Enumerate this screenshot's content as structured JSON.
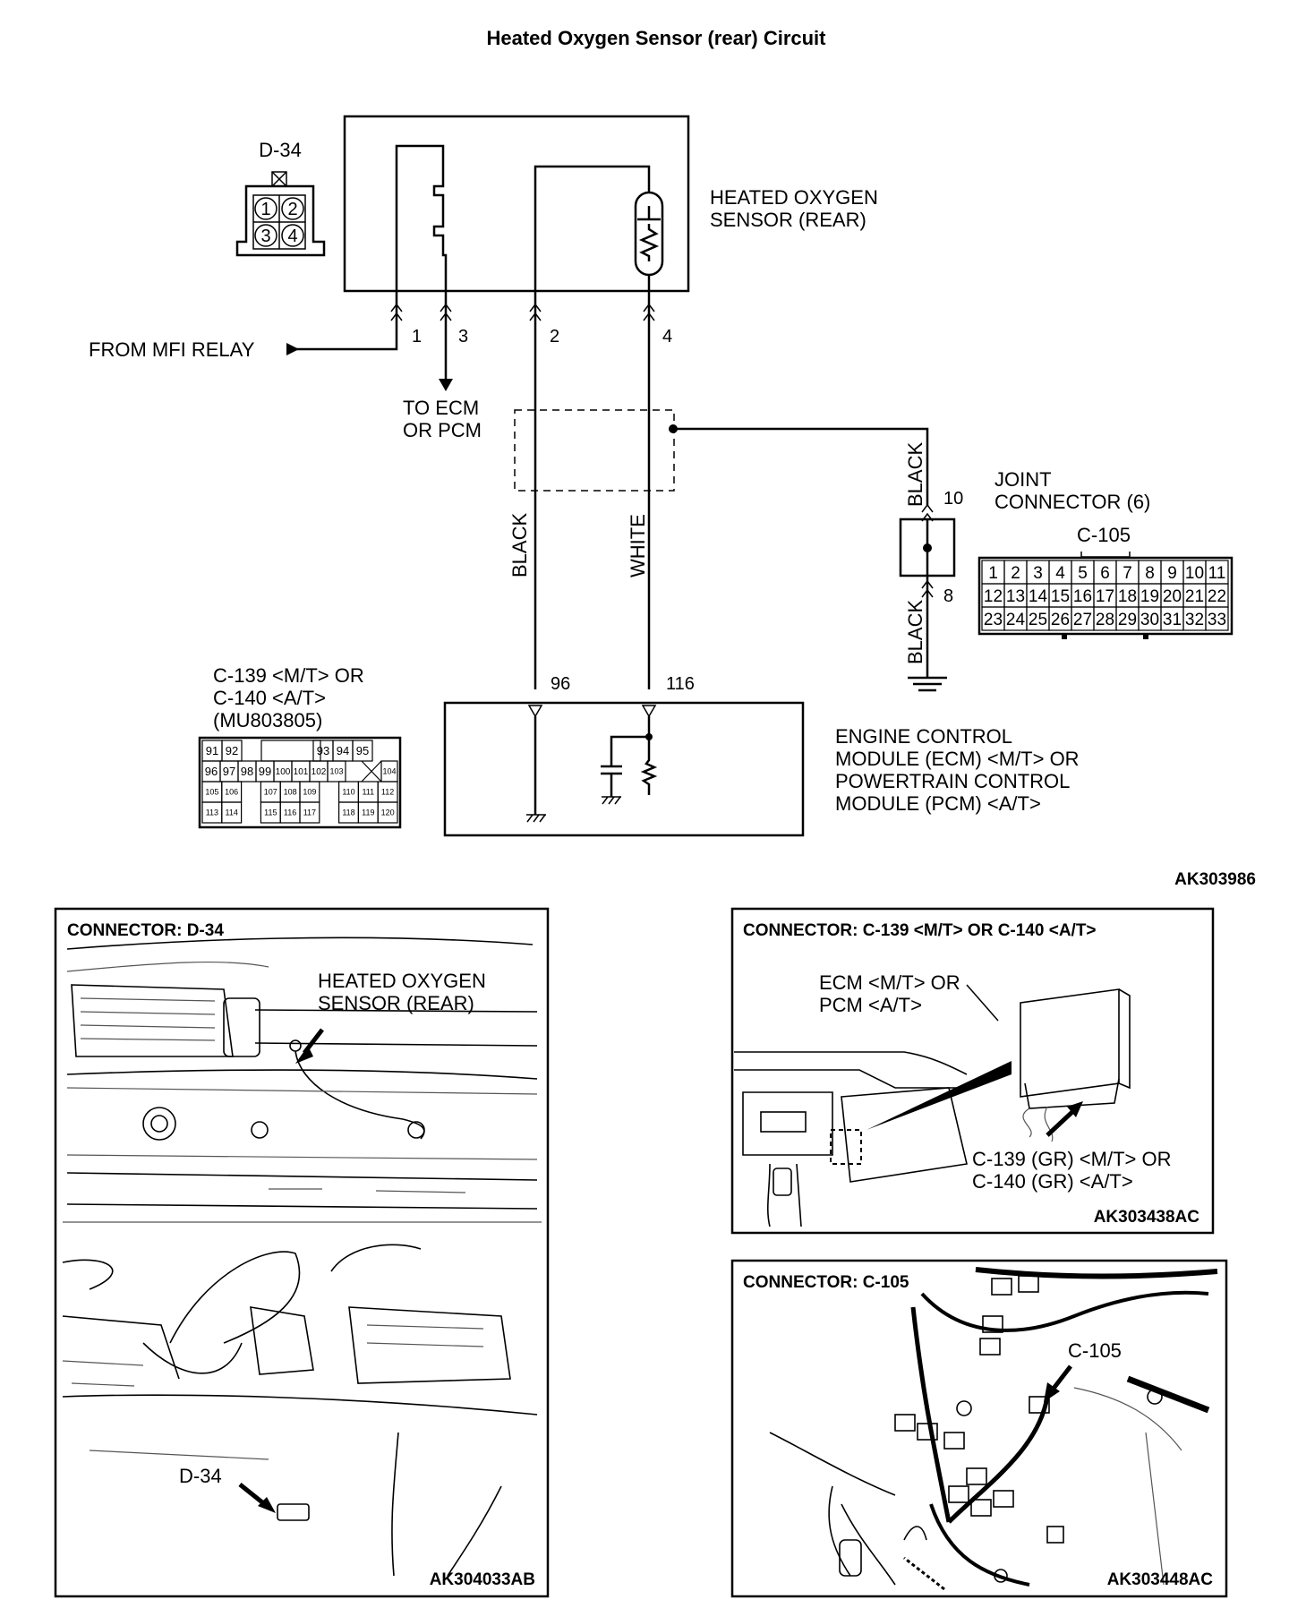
{
  "title": "Heated Oxygen Sensor (rear) Circuit",
  "sensor": {
    "connector": "D-34",
    "label_lines": [
      "HEATED OXYGEN",
      "SENSOR (REAR)"
    ],
    "pin_numbers": [
      "1",
      "2",
      "3",
      "4"
    ]
  },
  "wires": {
    "from_relay": "FROM MFI RELAY",
    "to_ecm": [
      "TO ECM",
      "OR PCM"
    ],
    "pins": [
      "1",
      "3",
      "2",
      "4"
    ],
    "wire2_color": "BLACK",
    "wire4_color": "WHITE",
    "ground_top_color": "BLACK",
    "ground_bottom_color": "BLACK",
    "ecm_pin_black": "96",
    "ecm_pin_white": "116",
    "joint_pin_top": "10",
    "joint_pin_bottom": "8"
  },
  "joint_connector": {
    "label_lines": [
      "JOINT",
      "CONNECTOR (6)"
    ],
    "name": "C-105",
    "rows": [
      [
        "1",
        "2",
        "3",
        "4",
        "5",
        "6",
        "7",
        "8",
        "9",
        "10",
        "11"
      ],
      [
        "12",
        "13",
        "14",
        "15",
        "16",
        "17",
        "18",
        "19",
        "20",
        "21",
        "22"
      ],
      [
        "23",
        "24",
        "25",
        "26",
        "27",
        "28",
        "29",
        "30",
        "31",
        "32",
        "33"
      ]
    ]
  },
  "ecm_connector": {
    "label_lines": [
      "C-139 <M/T> OR",
      "C-140 <A/T>",
      "(MU803805)"
    ],
    "cells": {
      "r1_left": [
        "91",
        "92"
      ],
      "r1_right": [
        "93",
        "94",
        "95"
      ],
      "r2": [
        "96",
        "97",
        "98",
        "99",
        "100",
        "101",
        "102",
        "103",
        "104"
      ],
      "r3": [
        "105",
        "106",
        "107",
        "108",
        "109",
        "110",
        "111",
        "112"
      ],
      "r4": [
        "113",
        "114",
        "115",
        "116",
        "117",
        "118",
        "119",
        "120"
      ]
    }
  },
  "ecm": {
    "label_lines": [
      "ENGINE CONTROL",
      "MODULE (ECM) <M/T> OR",
      "POWERTRAIN CONTROL",
      "MODULE (PCM) <A/T>"
    ]
  },
  "diagram_code": "AK303986",
  "panels": {
    "d34": {
      "title": "CONNECTOR: D-34",
      "sensor_label": [
        "HEATED OXYGEN",
        "SENSOR (REAR)"
      ],
      "callout": "D-34",
      "code": "AK304033AB"
    },
    "c139": {
      "title": "CONNECTOR: C-139 <M/T> OR C-140 <A/T>",
      "module_label": [
        "ECM <M/T> OR",
        "PCM <A/T>"
      ],
      "callout": [
        "C-139 (GR) <M/T> OR",
        "C-140 (GR) <A/T>"
      ],
      "code": "AK303438AC"
    },
    "c105": {
      "title": "CONNECTOR: C-105",
      "callout": "C-105",
      "code": "AK303448AC"
    }
  }
}
